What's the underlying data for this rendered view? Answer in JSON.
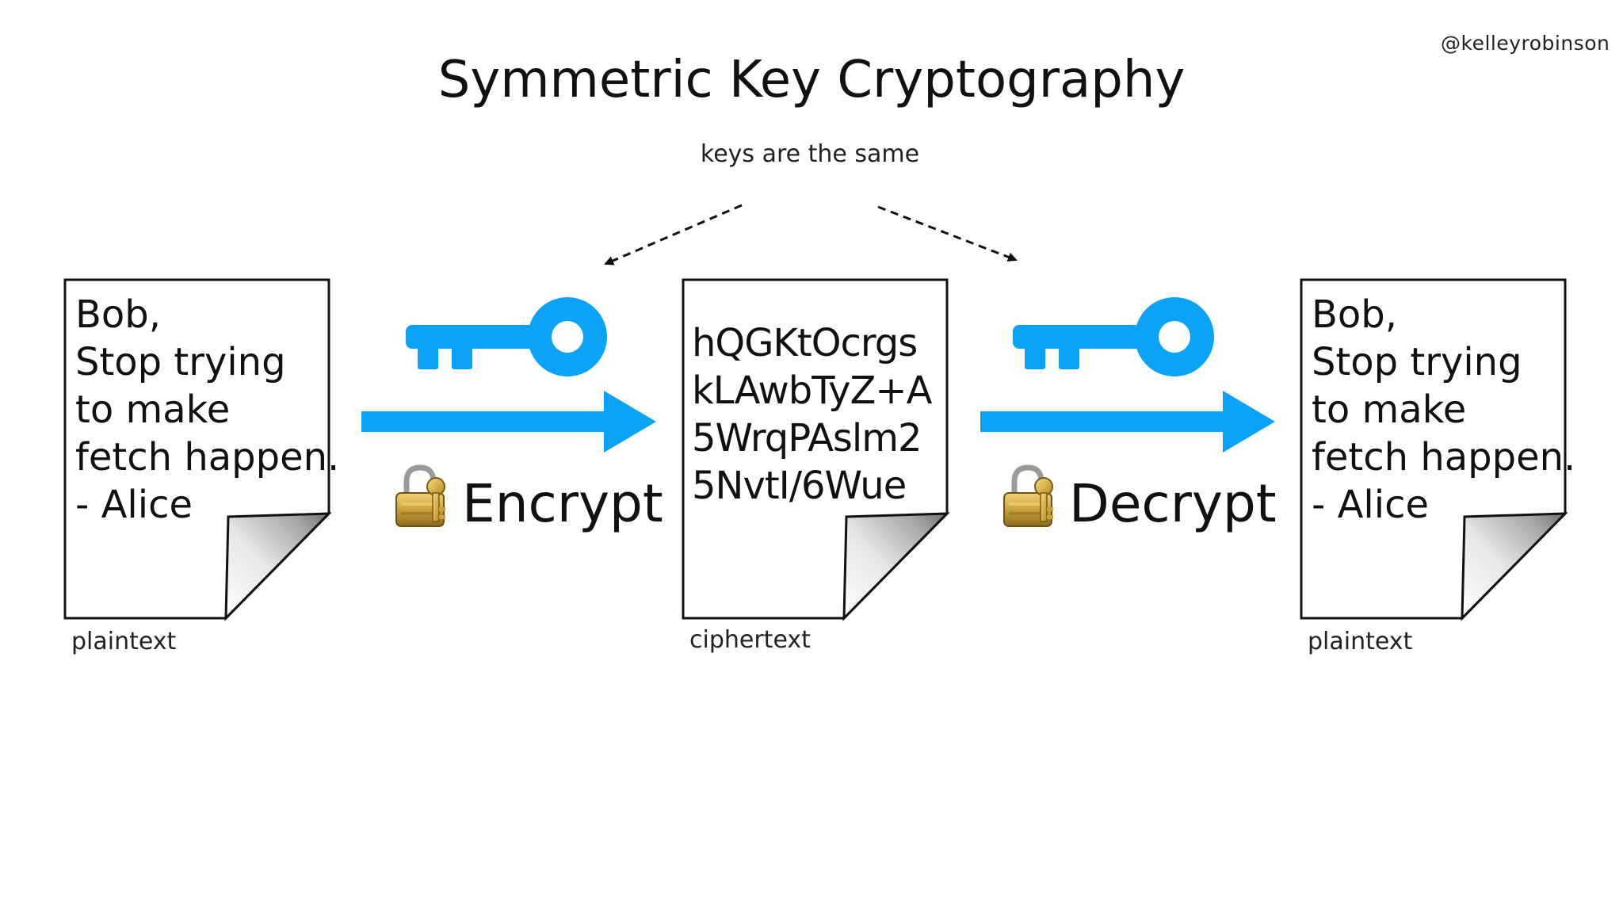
{
  "slide": {
    "handle": "@kelleyrobinson",
    "title": "Symmetric Key Cryptography",
    "subtitle": "keys are the same"
  },
  "documents": [
    {
      "role": "plaintext-left",
      "caption": "plaintext",
      "lines": [
        "Bob,",
        "Stop trying",
        "to make",
        "fetch happen.",
        "- Alice"
      ]
    },
    {
      "role": "ciphertext",
      "caption": "ciphertext",
      "lines": [
        "hQGKtOcrgs",
        "kLAwbTyZ+A",
        "5WrqPAslm2",
        "5NvtI/6Wue"
      ]
    },
    {
      "role": "plaintext-right",
      "caption": "plaintext",
      "lines": [
        "Bob,",
        "Stop trying",
        "to make",
        "fetch happen.",
        "- Alice"
      ]
    }
  ],
  "operations": {
    "encrypt": {
      "label": "Encrypt",
      "icon": "lock-key-icon"
    },
    "decrypt": {
      "label": "Decrypt",
      "icon": "lock-key-icon"
    }
  },
  "colors": {
    "accent_blue": "#0aa3f5",
    "text": "#111111",
    "background": "#ffffff"
  }
}
